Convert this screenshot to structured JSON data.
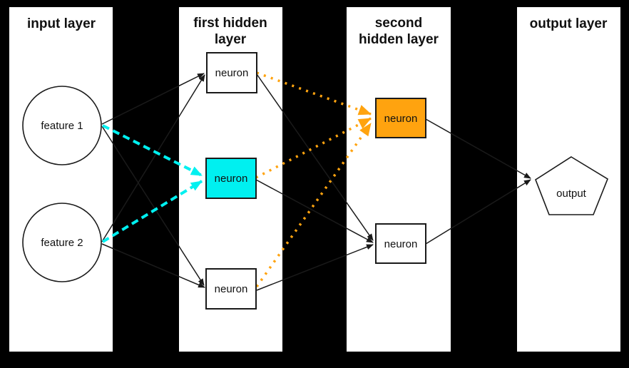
{
  "diagram": {
    "type": "neural-network-architecture",
    "background_color": "#000000",
    "panel_color": "#ffffff",
    "colors": {
      "edge_black": "#1a1a1a",
      "cyan_highlight": "#00f0f0",
      "orange_highlight": "#ffa30f"
    },
    "titles": {
      "input": "input layer",
      "first_hidden_l1": "first hidden",
      "first_hidden_l2": "layer",
      "second_hidden_l1": "second",
      "second_hidden_l2": "hidden layer",
      "output": "output layer"
    },
    "nodes": {
      "feature1": {
        "label": "feature 1",
        "shape": "circle",
        "fill": "#ffffff",
        "layer": "input"
      },
      "feature2": {
        "label": "feature 2",
        "shape": "circle",
        "fill": "#ffffff",
        "layer": "input"
      },
      "hidden1_neuron1": {
        "label": "neuron",
        "shape": "rect",
        "fill": "#ffffff",
        "layer": "first hidden"
      },
      "hidden1_neuron2": {
        "label": "neuron",
        "shape": "rect",
        "fill": "#00f0f0",
        "layer": "first hidden"
      },
      "hidden1_neuron3": {
        "label": "neuron",
        "shape": "rect",
        "fill": "#ffffff",
        "layer": "first hidden"
      },
      "hidden2_neuron1": {
        "label": "neuron",
        "shape": "rect",
        "fill": "#ffa30f",
        "layer": "second hidden"
      },
      "hidden2_neuron2": {
        "label": "neuron",
        "shape": "rect",
        "fill": "#ffffff",
        "layer": "second hidden"
      },
      "output": {
        "label": "output",
        "shape": "pentagon",
        "fill": "#ffffff",
        "layer": "output"
      }
    },
    "edges": [
      {
        "from": "feature1",
        "to": "hidden1_neuron1",
        "style": "solid",
        "color": "#1a1a1a"
      },
      {
        "from": "feature1",
        "to": "hidden1_neuron2",
        "style": "dashed",
        "color": "#00f0f0"
      },
      {
        "from": "feature1",
        "to": "hidden1_neuron3",
        "style": "solid",
        "color": "#1a1a1a"
      },
      {
        "from": "feature2",
        "to": "hidden1_neuron1",
        "style": "solid",
        "color": "#1a1a1a"
      },
      {
        "from": "feature2",
        "to": "hidden1_neuron2",
        "style": "dashed",
        "color": "#00f0f0"
      },
      {
        "from": "feature2",
        "to": "hidden1_neuron3",
        "style": "solid",
        "color": "#1a1a1a"
      },
      {
        "from": "hidden1_neuron1",
        "to": "hidden2_neuron1",
        "style": "dotted",
        "color": "#ffa30f"
      },
      {
        "from": "hidden1_neuron1",
        "to": "hidden2_neuron2",
        "style": "solid",
        "color": "#1a1a1a"
      },
      {
        "from": "hidden1_neuron2",
        "to": "hidden2_neuron1",
        "style": "dotted",
        "color": "#ffa30f"
      },
      {
        "from": "hidden1_neuron2",
        "to": "hidden2_neuron2",
        "style": "solid",
        "color": "#1a1a1a"
      },
      {
        "from": "hidden1_neuron3",
        "to": "hidden2_neuron1",
        "style": "dotted",
        "color": "#ffa30f"
      },
      {
        "from": "hidden1_neuron3",
        "to": "hidden2_neuron2",
        "style": "solid",
        "color": "#1a1a1a"
      },
      {
        "from": "hidden2_neuron1",
        "to": "output",
        "style": "solid",
        "color": "#1a1a1a"
      },
      {
        "from": "hidden2_neuron2",
        "to": "output",
        "style": "solid",
        "color": "#1a1a1a"
      }
    ]
  }
}
